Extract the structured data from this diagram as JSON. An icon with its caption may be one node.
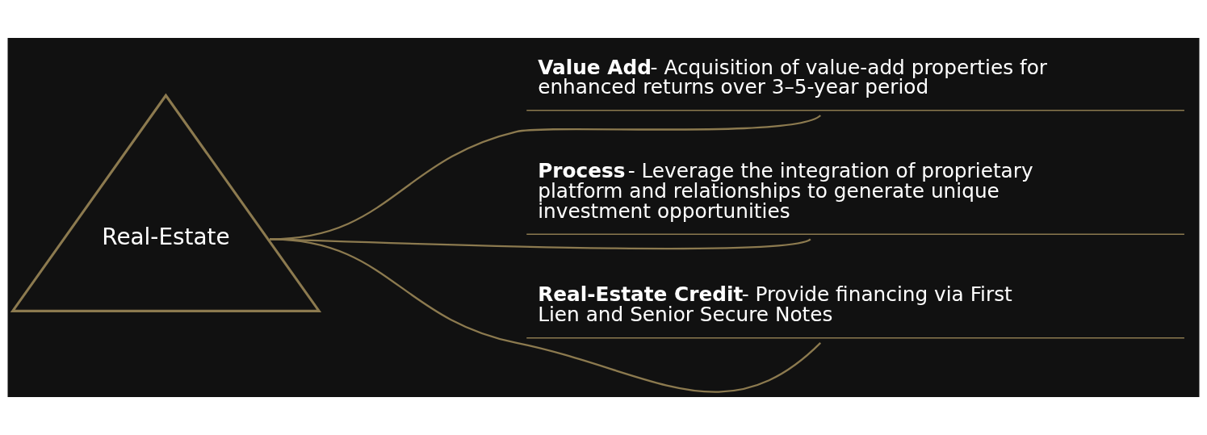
{
  "diagram": {
    "nodes": [
      {
        "text": [
          "Real-Estate"
        ]
      },
      {
        "text": [
          "Value Add",
          "- Acquisition of value-add properties for enhanced returns over 3–5-year period"
        ]
      },
      {
        "text": [
          "Process",
          "- Leverage the integration of proprietary platform and relationships to generate unique investment opportunities"
        ]
      },
      {
        "text": [
          "Real-Estate Credit",
          "- Provide financing via First Lien and Senior Secure Notes"
        ]
      }
    ],
    "edges": [
      {
        "from": 0,
        "to": 1,
        "arrow": "none"
      },
      {
        "from": 0,
        "to": 2,
        "arrow": "none"
      },
      {
        "from": 0,
        "to": 3,
        "arrow": "none"
      }
    ]
  }
}
